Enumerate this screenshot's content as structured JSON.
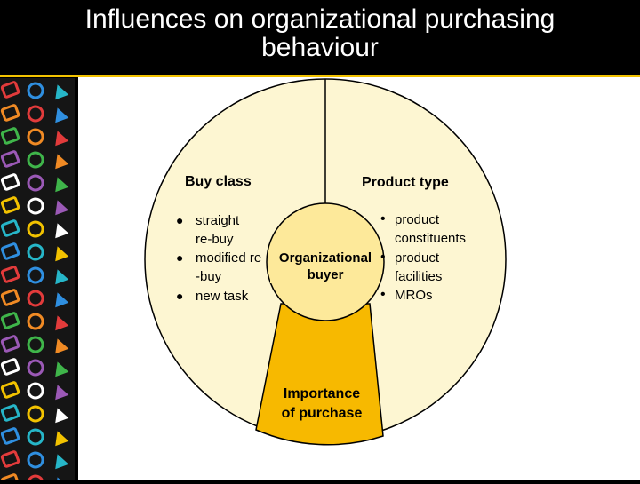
{
  "slide": {
    "title_line1": "Influences on organizational purchasing",
    "title_line2": "behaviour"
  },
  "diagram": {
    "center_label_line1": "Organizational",
    "center_label_line2": "buyer",
    "buy_class": {
      "heading": "Buy class",
      "items": [
        {
          "line1": "straight",
          "line2": "re-buy"
        },
        {
          "line1": "modified re",
          "line2": "-buy"
        },
        {
          "line1": "new task",
          "line2": ""
        }
      ]
    },
    "product_type": {
      "heading": "Product type",
      "items": [
        {
          "line1": "product",
          "line2": "constituents"
        },
        {
          "line1": "product",
          "line2": "facilities"
        },
        {
          "line1": "MROs",
          "line2": ""
        }
      ]
    },
    "importance": {
      "line1": "Importance",
      "line2": "of purchase"
    },
    "colors": {
      "ring_fill": "#fdf6d2",
      "center_fill": "#fde99a",
      "importance_fill": "#f7b900",
      "outline": "#000000",
      "accent": "#f2c200"
    }
  }
}
